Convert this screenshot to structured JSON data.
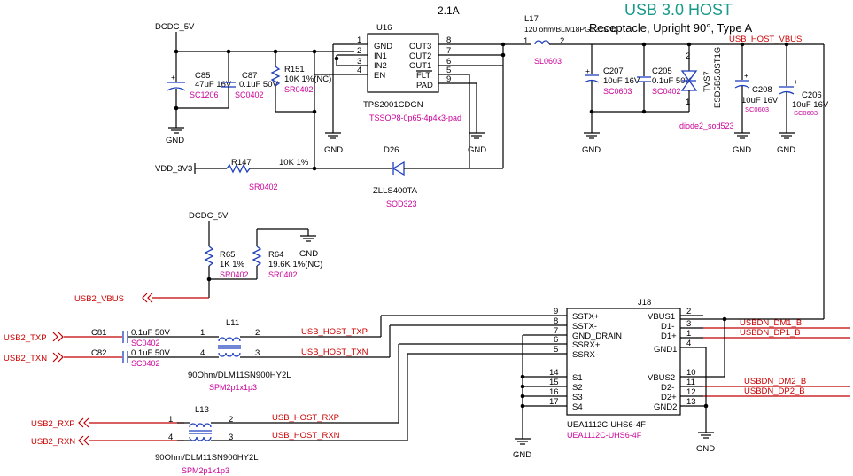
{
  "header": {
    "current": "2.1A",
    "title": "USB 3.0 HOST",
    "subtitle": "Receptacle, Upright 90°, Type A"
  },
  "power": {
    "dcdc_top": "DCDC_5V",
    "dcdc_mid": "DCDC_5V",
    "vdd": "VDD_3V3",
    "gnd": "GND"
  },
  "u16": {
    "ref": "U16",
    "part": "TPS2001CDGN",
    "footprint": "TSSOP8-0p65-4p4x3-pad",
    "left_pins": [
      {
        "name": "GND",
        "num": "1"
      },
      {
        "name": "IN1",
        "num": "2"
      },
      {
        "name": "IN2",
        "num": "3"
      },
      {
        "name": "EN",
        "num": "4"
      }
    ],
    "right_pins": [
      {
        "name": "OUT3",
        "num": "8"
      },
      {
        "name": "OUT2",
        "num": "7"
      },
      {
        "name": "OUT1",
        "num": "6"
      },
      {
        "name": "FLT",
        "num": "5"
      },
      {
        "name": "PAD",
        "num": "9"
      }
    ]
  },
  "components": {
    "c85": {
      "ref": "C85",
      "value": "47uF 16V",
      "fp": "SC1206"
    },
    "c87": {
      "ref": "C87",
      "value": "0.1uF 50V",
      "fp": "SC0402"
    },
    "r151": {
      "ref": "R151",
      "value": "10K 1%(NC)",
      "fp": "SR0402"
    },
    "r147": {
      "ref": "R147",
      "value": "10K 1%",
      "fp": "SR0402"
    },
    "d26": {
      "ref": "D26",
      "part": "ZLLS400TA",
      "fp": "SOD323"
    },
    "l17": {
      "ref": "L17",
      "value": "120 ohm/BLM18PG121SN1",
      "fp": "SL0603",
      "pin1": "1",
      "pin2": "2"
    },
    "c207": {
      "ref": "C207",
      "value": "10uF 16V",
      "fp": "SC0603"
    },
    "c205": {
      "ref": "C205",
      "value": "0.1uF 50V",
      "fp": "SC0402"
    },
    "tvs": {
      "ref": "TVS7",
      "part": "ESD5B5.0ST1G",
      "fp": "diode2_sod523",
      "pin1": "1",
      "pin2": "2"
    },
    "c208": {
      "ref": "C208",
      "value": "10uF 16V",
      "fp": "SC0603"
    },
    "c206": {
      "ref": "C206",
      "value": "10uF 16V",
      "fp": "SC0603"
    },
    "r65": {
      "ref": "R65",
      "value": "1K 1%",
      "fp": "SR0402"
    },
    "r64": {
      "ref": "R64",
      "value": "19.6K 1%(NC)",
      "fp": "SR0402"
    },
    "c81": {
      "ref": "C81",
      "value": "0.1uF 50V",
      "fp": "SC0402"
    },
    "c82": {
      "ref": "C82",
      "value": "0.1uF 50V",
      "fp": "SC0402"
    },
    "l11": {
      "ref": "L11",
      "value": "90Ohm/DLM11SN900HY2L",
      "fp": "SPM2p1x1p3"
    },
    "l13": {
      "ref": "L13",
      "value": "90Ohm/DLM11SN900HY2L",
      "fp": "SPM2p1x1p3"
    }
  },
  "nets": {
    "usb_host_vbus": "USB_HOST_VBUS",
    "usb2_vbus": "USB2_VBUS",
    "usb2_txp": "USB2_TXP",
    "usb2_txn": "USB2_TXN",
    "usb2_rxp": "USB2_RXP",
    "usb2_rxn": "USB2_RXN",
    "usb_host_txp": "USB_HOST_TXP",
    "usb_host_txn": "USB_HOST_TXN",
    "usb_host_rxp": "USB_HOST_RXP",
    "usb_host_rxn": "USB_HOST_RXN",
    "usbdn_dm1": "USBDN_DM1_B",
    "usbdn_dp1": "USBDN_DP1_B",
    "usbdn_dm2": "USBDN_DM2_B",
    "usbdn_dp2": "USBDN_DP2_B"
  },
  "j18": {
    "ref": "J18",
    "part": "UEA1112C-UHS6-4F",
    "left_pins": [
      {
        "name": "SSTX+",
        "num": "9"
      },
      {
        "name": "SSTX-",
        "num": "8"
      },
      {
        "name": "GND_DRAIN",
        "num": "7"
      },
      {
        "name": "SSRX+",
        "num": "6"
      },
      {
        "name": "SSRX-",
        "num": "5"
      },
      {
        "name": "S1",
        "num": "14"
      },
      {
        "name": "S2",
        "num": "15"
      },
      {
        "name": "S3",
        "num": "16"
      },
      {
        "name": "S4",
        "num": "17"
      }
    ],
    "right_pins": [
      {
        "name": "VBUS1",
        "num": "2"
      },
      {
        "name": "D1-",
        "num": "3"
      },
      {
        "name": "D1+",
        "num": "1"
      },
      {
        "name": "GND1",
        "num": "4"
      },
      {
        "name": "VBUS2",
        "num": "10"
      },
      {
        "name": "D2-",
        "num": "11"
      },
      {
        "name": "D2+",
        "num": "12"
      },
      {
        "name": "GND2",
        "num": "13"
      }
    ]
  },
  "l11_pins": [
    "1",
    "2",
    "4",
    "3"
  ],
  "l13_pins": [
    "1",
    "2",
    "4",
    "3"
  ]
}
